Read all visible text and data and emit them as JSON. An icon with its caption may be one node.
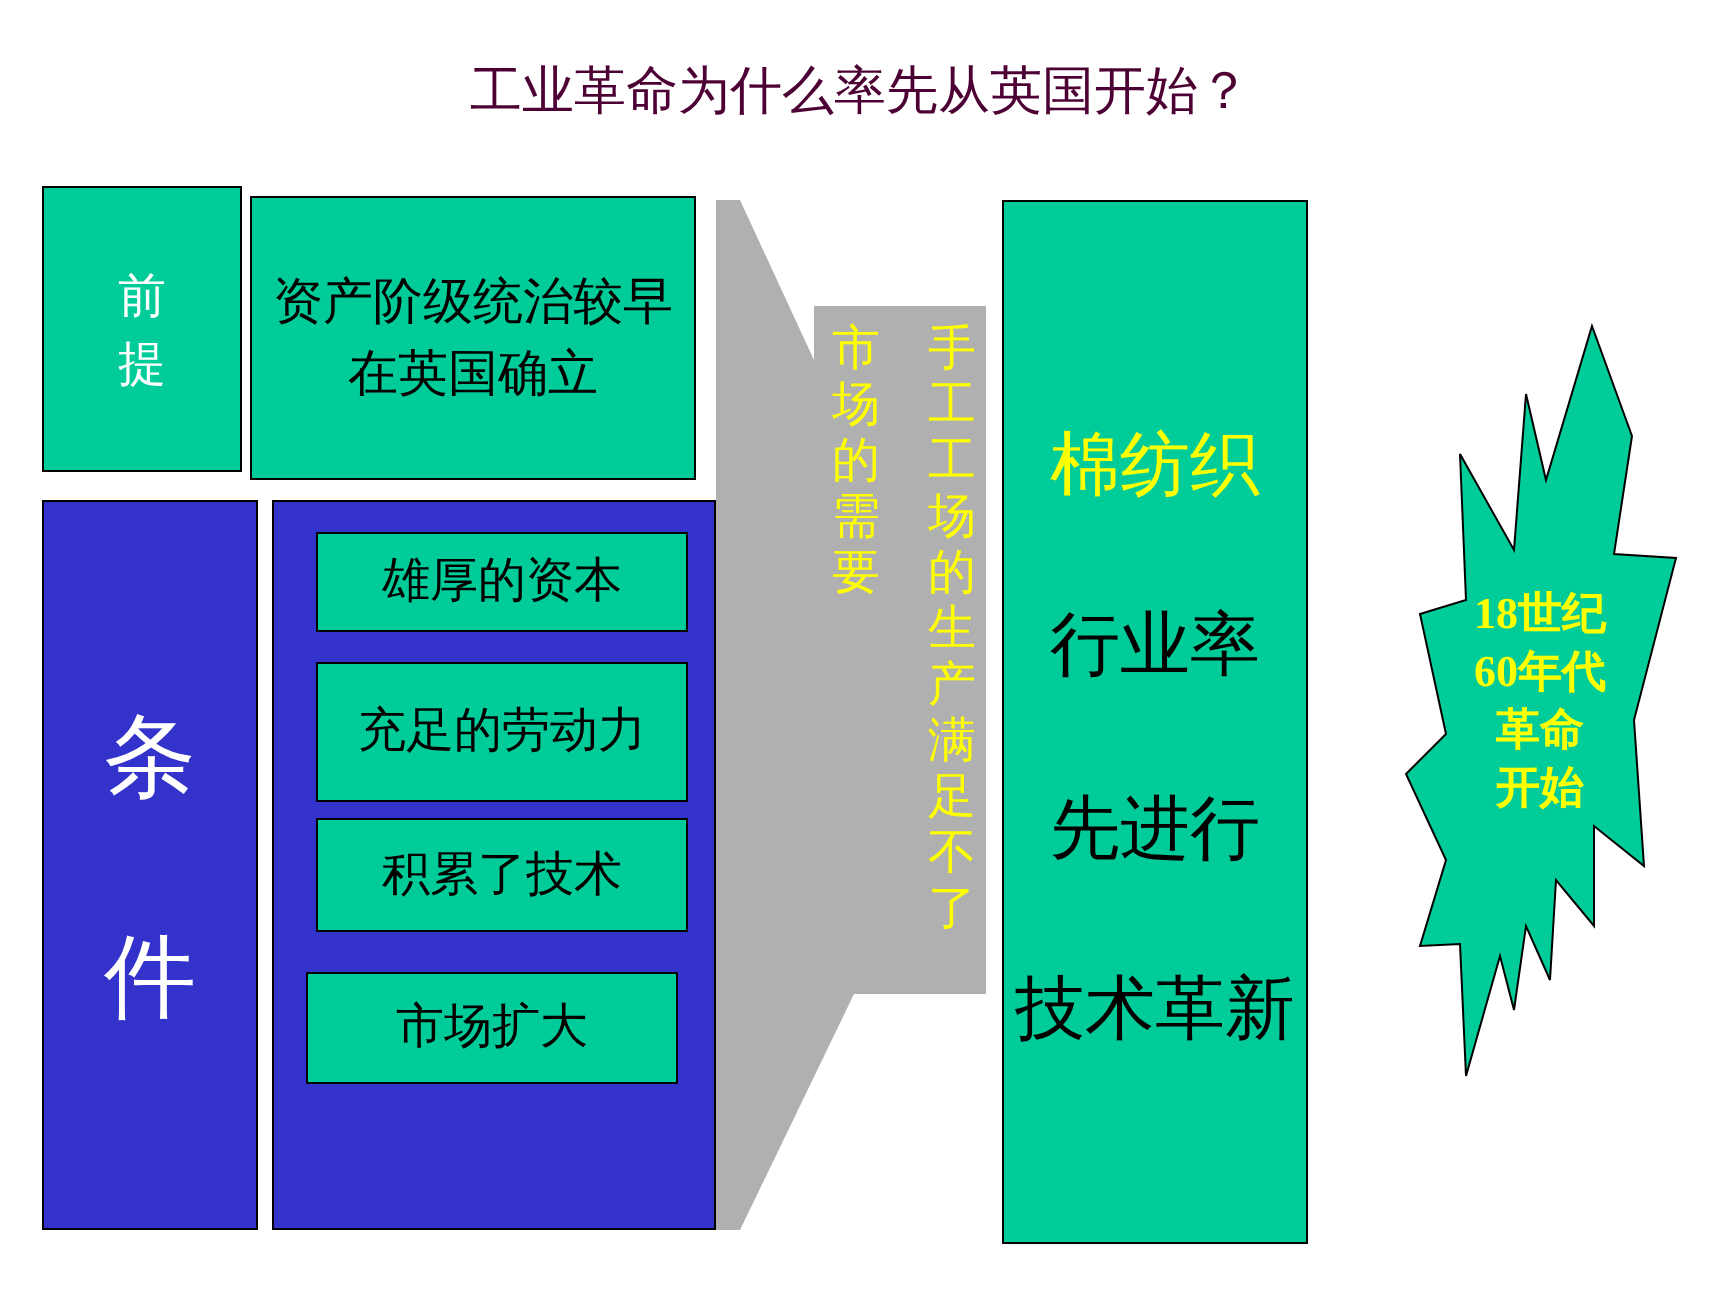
{
  "diagram": {
    "title": "工业革命为什么率先从英国开始？",
    "nodes": [
      {
        "text": [
          "前提"
        ]
      },
      {
        "text": [
          "资产阶级统治较早在英国确立"
        ]
      },
      {
        "text": [
          "条件"
        ]
      },
      {
        "text": [],
        "shape": "box"
      },
      {
        "text": [
          "雄厚的资本"
        ],
        "in": 3
      },
      {
        "text": [
          "充足的劳动力"
        ],
        "in": 3
      },
      {
        "text": [
          "积累了技术"
        ],
        "in": 3
      },
      {
        "text": [
          "市场扩大"
        ],
        "in": 3
      },
      {
        "text": [
          "手工工场的生产满足不了市场的需要"
        ]
      },
      {
        "text": [
          "棉纺织",
          "行业率",
          "先进行",
          "技术革新"
        ]
      },
      {
        "text": [
          "18世纪60年代",
          "革命开始"
        ]
      }
    ]
  }
}
